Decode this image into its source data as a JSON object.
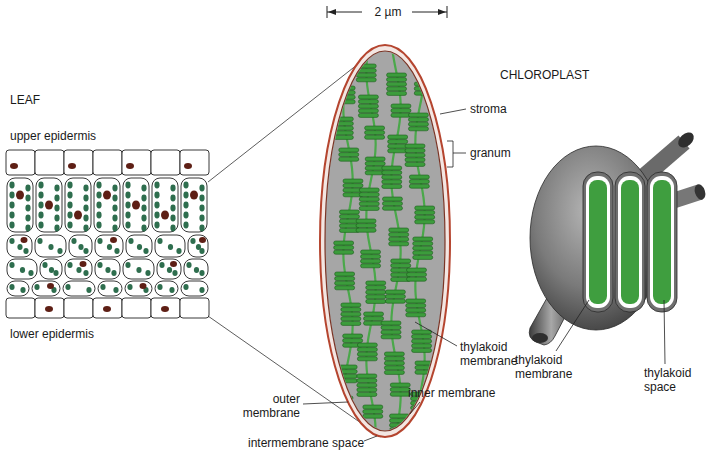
{
  "diagram": {
    "labels": [
      "2 µm",
      "CHLOROPLAST",
      "LEAF",
      "upper epidermis",
      "stroma",
      "granum",
      "lower epidermis",
      "thylakoid membrane",
      "outer membrane",
      "inner membrane",
      "intermembrane space",
      "thylakoid membrane",
      "thylakoid space"
    ]
  }
}
